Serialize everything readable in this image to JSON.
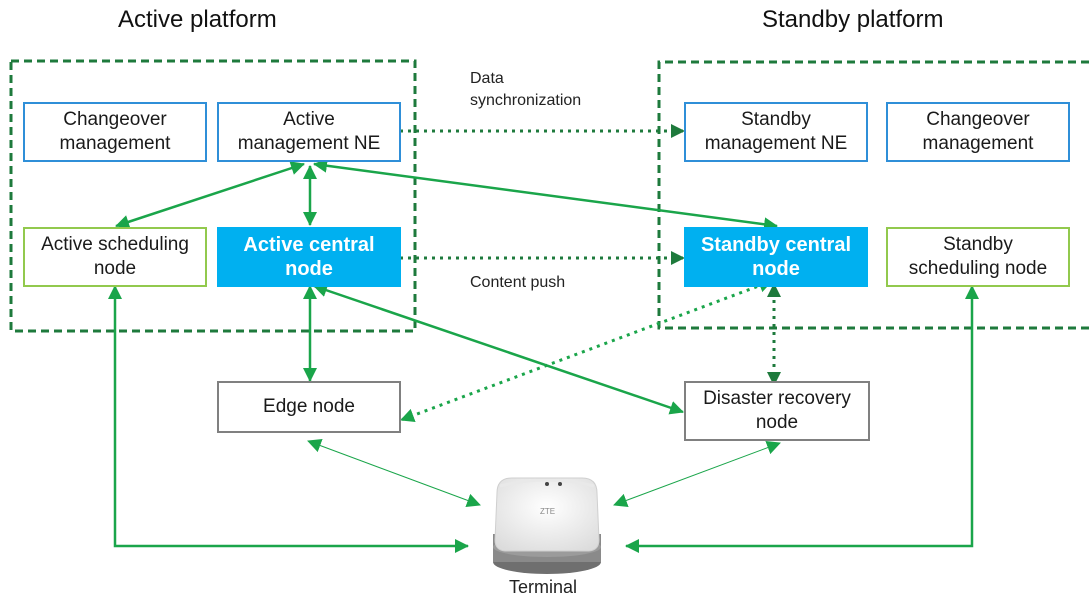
{
  "titles": {
    "active": "Active platform",
    "standby": "Standby platform"
  },
  "nodes": {
    "active_changeover": "Changeover management",
    "active_mgmt_ne": "Active management NE",
    "active_scheduling": "Active scheduling node",
    "active_central": "Active central node",
    "standby_mgmt_ne": "Standby management NE",
    "standby_changeover": "Changeover management",
    "standby_central": "Standby central node",
    "standby_scheduling": "Standby scheduling node",
    "edge": "Edge node",
    "disaster_recovery": "Disaster recovery node",
    "terminal": "Terminal"
  },
  "links": {
    "data_sync": "Data synchronization",
    "content_push": "Content push"
  },
  "colors": {
    "platform_border": "#1e7a3c",
    "arrow_green": "#1aa54a",
    "arrow_dark": "#1e7a3c",
    "central_fill": "#00b0f0",
    "mgmt_border": "#2f8fd8",
    "sched_border": "#92c94d",
    "plain_border": "#808080"
  }
}
